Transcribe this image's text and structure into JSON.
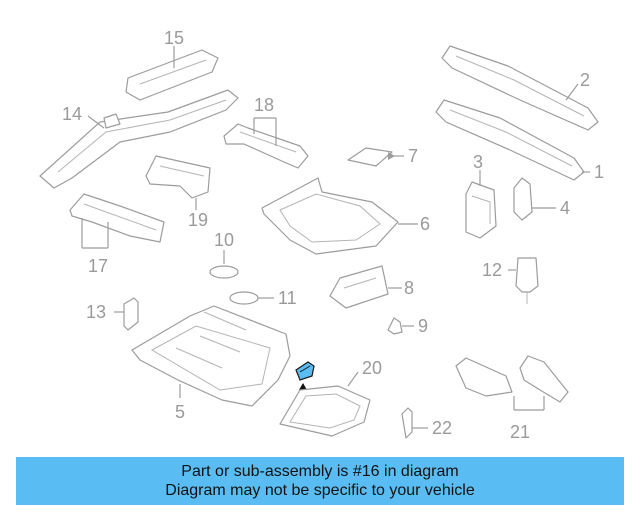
{
  "diagram": {
    "selected_part": "16",
    "highlight_color": "#59bdf3",
    "callouts": [
      "1",
      "2",
      "3",
      "4",
      "5",
      "6",
      "7",
      "8",
      "9",
      "10",
      "11",
      "12",
      "13",
      "14",
      "15",
      "16",
      "17",
      "18",
      "19",
      "20",
      "21",
      "22"
    ]
  },
  "banner": {
    "line1": "Part or sub-assembly is #16 in diagram",
    "line2": "Diagram may not be specific to your vehicle",
    "background": "#59bdf3"
  }
}
